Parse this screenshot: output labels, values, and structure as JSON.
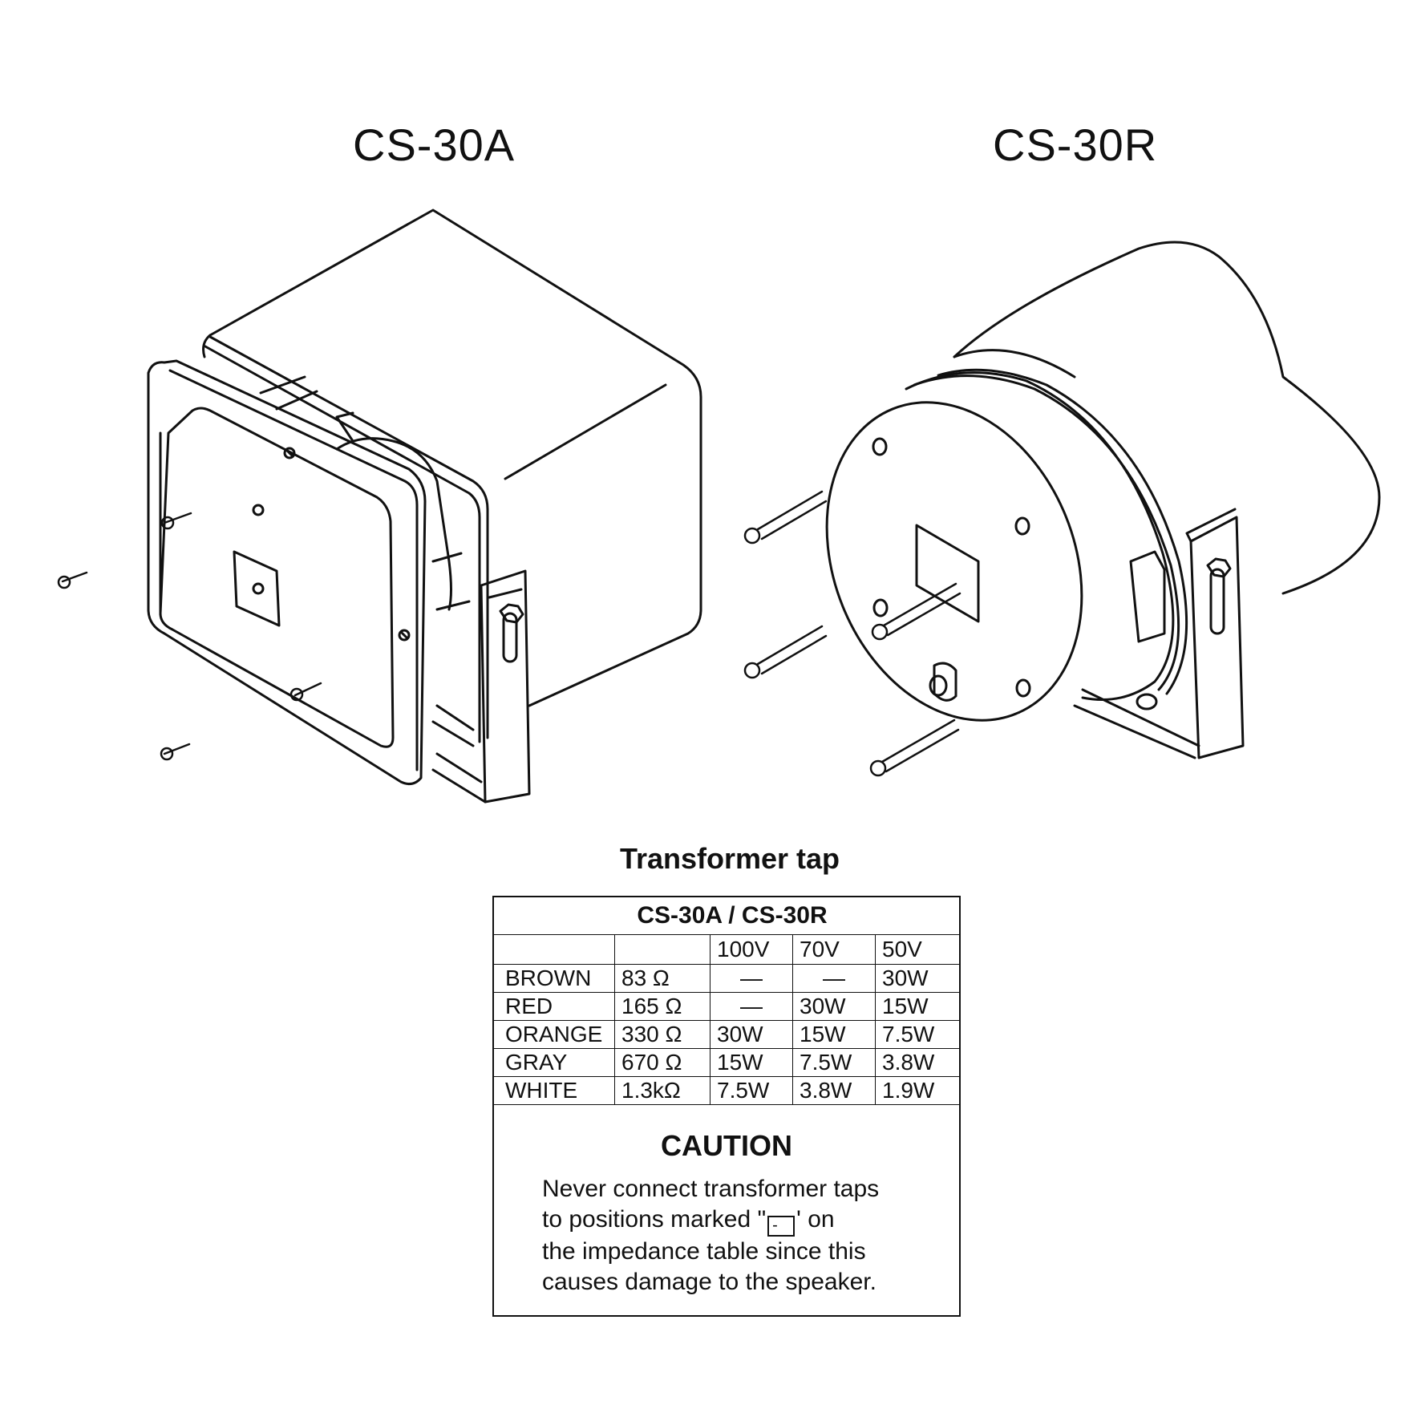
{
  "models": {
    "left_title": "CS-30A",
    "right_title": "CS-30R"
  },
  "table": {
    "heading": "Transformer tap",
    "model_header": "CS-30A / CS-30R",
    "columns": [
      "",
      "",
      "100V",
      "70V",
      "50V"
    ],
    "rows": [
      {
        "wire": "BROWN",
        "impedance": "83 Ω",
        "v100": "—",
        "v70": "—",
        "v50": "30W"
      },
      {
        "wire": "RED",
        "impedance": "165 Ω",
        "v100": "—",
        "v70": "30W",
        "v50": "15W"
      },
      {
        "wire": "ORANGE",
        "impedance": "330 Ω",
        "v100": "30W",
        "v70": "15W",
        "v50": "7.5W"
      },
      {
        "wire": "GRAY",
        "impedance": "670 Ω",
        "v100": "15W",
        "v70": "7.5W",
        "v50": "3.8W"
      },
      {
        "wire": "WHITE",
        "impedance": "1.3kΩ",
        "v100": "7.5W",
        "v70": "3.8W",
        "v50": "1.9W"
      }
    ]
  },
  "caution": {
    "title": "CAUTION",
    "line1": "Never connect transformer taps",
    "line2_pre": "to positions marked \"",
    "mark_symbol": "-",
    "line2_post": "' on",
    "line3": "the impedance table since this",
    "line4": "causes damage to the speaker."
  }
}
